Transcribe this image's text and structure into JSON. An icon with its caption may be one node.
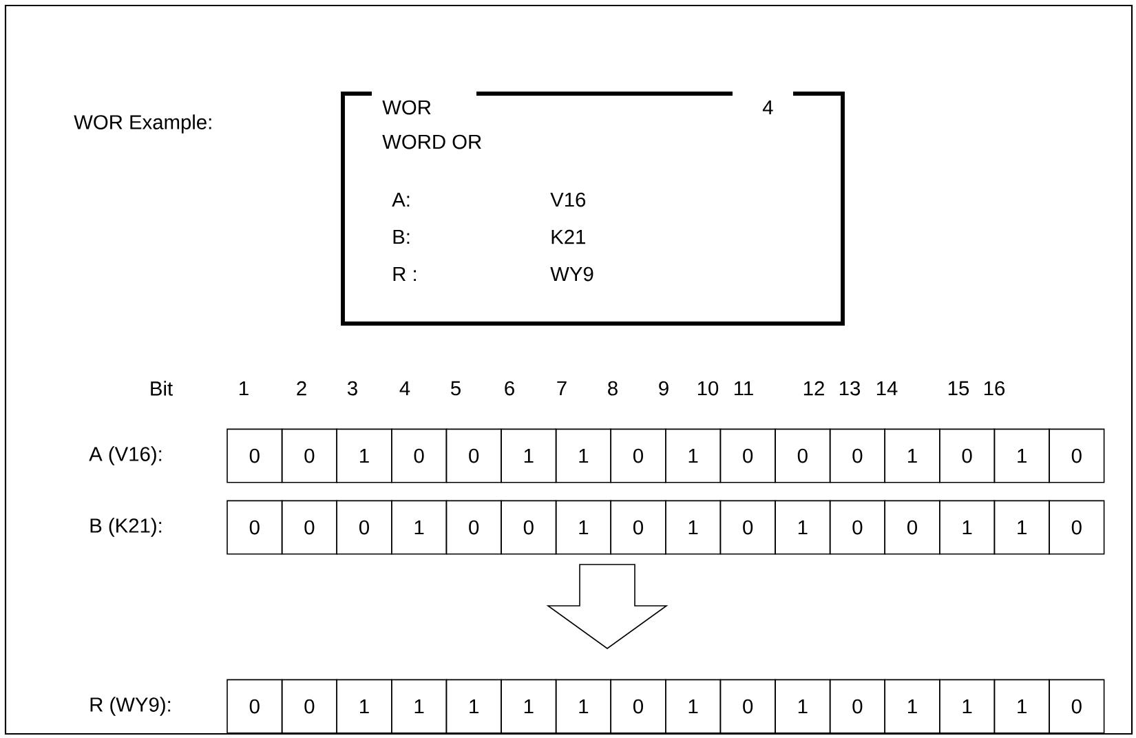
{
  "diagram": {
    "nodes": [
      {
        "text": [
          "WOR",
          "4",
          "WORD OR",
          "A:",
          "V16",
          "B:",
          "K21",
          "R :",
          "WY9"
        ]
      }
    ],
    "labels": [
      "WOR Example:",
      "Bit",
      "1",
      "2",
      "3",
      "4",
      "5",
      "6",
      "7",
      "8",
      "9",
      "10",
      "11",
      "12",
      "13",
      "14",
      "15",
      "16",
      "A (V16):",
      "0",
      "0",
      "1",
      "0",
      "0",
      "1",
      "1",
      "0",
      "1",
      "0",
      "0",
      "0",
      "1",
      "0",
      "1",
      "0",
      "B (K21):",
      "0",
      "0",
      "0",
      "1",
      "0",
      "0",
      "1",
      "0",
      "1",
      "0",
      "1",
      "0",
      "0",
      "1",
      "1",
      "0",
      "R (WY9):",
      "0",
      "0",
      "1",
      "1",
      "1",
      "1",
      "1",
      "0",
      "1",
      "0",
      "1",
      "0",
      "1",
      "1",
      "1",
      "0"
    ]
  }
}
